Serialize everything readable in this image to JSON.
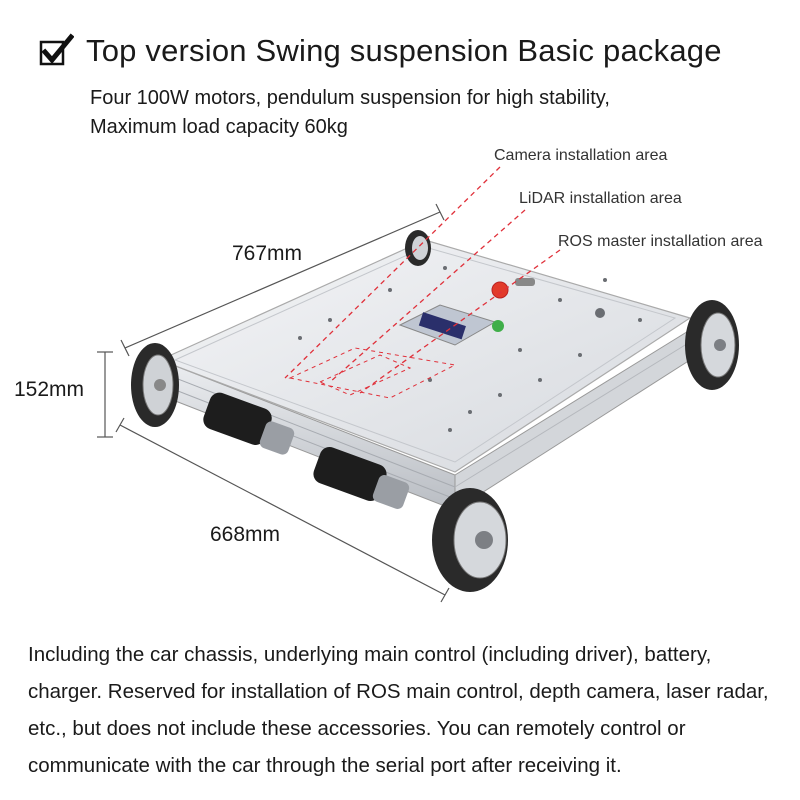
{
  "header": {
    "title": "Top version Swing suspension Basic package",
    "subtitle_lines": [
      "Four 100W motors, pendulum suspension for high stability,",
      "Maximum load capacity 60kg"
    ]
  },
  "callouts": {
    "camera": "Camera installation area",
    "lidar": "LiDAR installation area",
    "ros": "ROS master installation area"
  },
  "dimensions": {
    "length": "767mm",
    "height": "152mm",
    "width": "668mm"
  },
  "description": "Including the car chassis, underlying main control (including driver), battery, charger. Reserved for installation of ROS main control, depth camera, laser radar, etc., but does not include these accessories. You can remotely control or communicate with the car through the serial port after receiving it.",
  "colors": {
    "callout_line": "#e0303a",
    "accent_text": "#1a1a1a"
  },
  "icons": [
    "checkbox-check-icon"
  ]
}
